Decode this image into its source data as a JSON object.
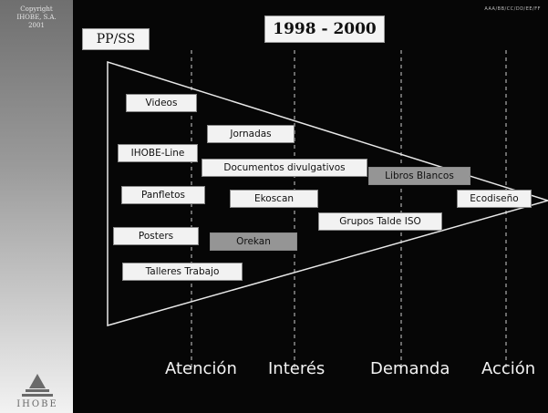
{
  "sidebar": {
    "copyright_lines": [
      "Copyright",
      "IHOBE, S.A.",
      "2001"
    ],
    "logo_text": "IHOBE"
  },
  "header": {
    "top_right_text": "AAA/BB/CC/DD/EE/FF",
    "title": "1998 - 2000",
    "category_label": "PP/SS"
  },
  "stages": [
    "Atención",
    "Interés",
    "Demanda",
    "Acción"
  ],
  "items": [
    {
      "label": "Videos",
      "highlight": false
    },
    {
      "label": "Jornadas",
      "highlight": false
    },
    {
      "label": "IHOBE-Line",
      "highlight": false
    },
    {
      "label": "Documentos divulgativos",
      "highlight": false
    },
    {
      "label": "Libros Blancos",
      "highlight": true
    },
    {
      "label": "Panfletos",
      "highlight": false
    },
    {
      "label": "Ekoscan",
      "highlight": false
    },
    {
      "label": "Ecodiseño",
      "highlight": false
    },
    {
      "label": "Grupos Talde ISO",
      "highlight": false
    },
    {
      "label": "Posters",
      "highlight": false
    },
    {
      "label": "Orekan",
      "highlight": true
    },
    {
      "label": "Talleres Trabajo",
      "highlight": false
    }
  ],
  "colors": {
    "background": "#060606",
    "box": "#f2f2f2",
    "highlight_box": "#959595",
    "lines": "#e8e8e8"
  }
}
